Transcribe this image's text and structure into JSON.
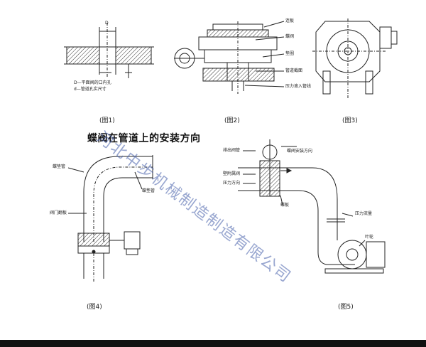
{
  "section_title": "蝶阀在管道上的安装方向",
  "figures": {
    "fig1": {
      "caption": "(图1)",
      "label_d": "D",
      "note_line1": "D—平面阀的口内孔",
      "note_line2": "d—管道孔实尺寸"
    },
    "fig2": {
      "caption": "(图2)",
      "labels": [
        "连板",
        "蝶阀",
        "垫圈",
        "管道截面",
        "压力液入管线"
      ]
    },
    "fig3": {
      "caption": "(图3)"
    },
    "fig4": {
      "caption": "(图4)",
      "labels": [
        "蝶垫管",
        "蝶垫管",
        "阀门翻板"
      ]
    },
    "fig5": {
      "caption": "(图5)",
      "labels": [
        "排出阀管",
        "蝶阀安装方向",
        "壁附属阀",
        "压力方向",
        "蝶板",
        "压力流量",
        "叶轮"
      ]
    }
  },
  "watermark": "河北中步机械制造制造有限公司"
}
